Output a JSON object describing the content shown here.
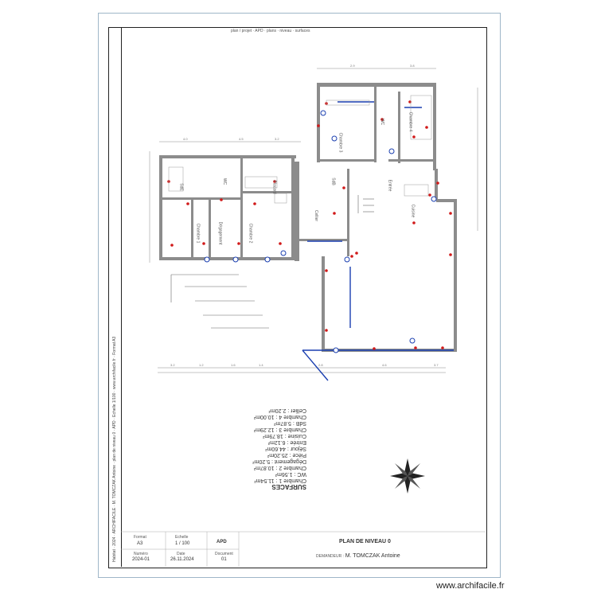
{
  "header": {
    "top_note": "plan / projet · APD · plans · niveau · surfaces",
    "side_note": "Habitat · 2024 · ARCHIFACILE · M. TOMCZAK Antoine · plan de niveau 0 · APD · Echelle 1/100 · www.archifacile.fr · Format A3"
  },
  "surfaces": {
    "title": "SURFACES",
    "lines": [
      "Chambre 1 : 11.54m²",
      "WC : 1.56m²",
      "Chambre 2 : 10.87m²",
      "Dégagement : 5.20m²",
      "Pièce : 25.20m²",
      "Séjour : 44.60m²",
      "Entrée : 6.12m²",
      "Cuisine : 18.79m²",
      "Chambre 3 : 12.29m²",
      "SdB : 5.87m²",
      "Chambre 4 : 10.00m²",
      "Cellier : 2.20m²"
    ]
  },
  "rooms": [
    {
      "label": "SdE"
    },
    {
      "label": "WC"
    },
    {
      "label": "Chambre 1"
    },
    {
      "label": "Dégagement"
    },
    {
      "label": "Chambre 2"
    },
    {
      "label": "Placard"
    },
    {
      "label": "Chambre 3"
    },
    {
      "label": "Chambre 4"
    },
    {
      "label": "WC"
    },
    {
      "label": "SdB"
    },
    {
      "label": "Cuisine"
    },
    {
      "label": "Cellier"
    },
    {
      "label": "Entrée"
    }
  ],
  "title_block": {
    "format_label": "Format",
    "format_value": "A3",
    "scale_label": "Echelle",
    "scale_value": "1 / 100",
    "phase": "APD",
    "number_label": "Numéro",
    "number_value": "2024-01",
    "date_label": "Date",
    "date_value": "26.11.2024",
    "sheet_label": "Document",
    "sheet_value": "01",
    "plan_title": "PLAN DE NIVEAU 0",
    "client_prefix": "DEMANDEUR :",
    "client_name": "M. TOMCZAK Antoine"
  },
  "footer": {
    "watermark": "www.archifacile.fr"
  },
  "colors": {
    "walls": "#8c8c8c",
    "electric": "#d11919",
    "network": "#1a3fb0",
    "frame": "#9fb6c8"
  }
}
